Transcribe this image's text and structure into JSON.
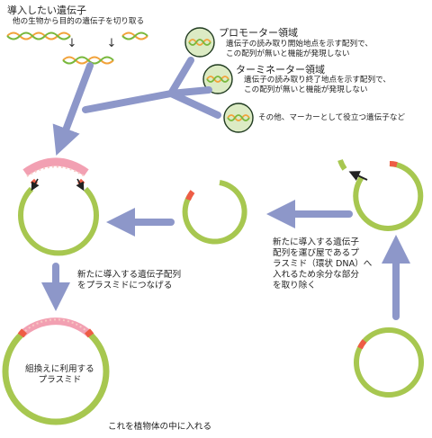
{
  "texts": {
    "intro_title": "導入したい遺伝子",
    "intro_sub": "他の生物から目的の遺伝子を切り取る",
    "promoter_title": "プロモーター領域",
    "promoter_desc": "遺伝子の読み取り開始地点を示す配列で、\nこの配列が無いと機能が発現しない",
    "terminator_title": "ターミネーター領域",
    "terminator_desc": "遺伝子の読み取り終了地点を示す配列で、\nこの配列が無いと機能が発現しない",
    "marker_text": "その他、マーカーとして役立つ遺伝子など",
    "connect_text": "新たに導入する遺伝子配列\nをプラスミドにつなげる",
    "remove_text": "新たに導入する遺伝子\n配列を運び屋であるプ\nラスミド（環状 DNA）へ\n入れるため余分な部分\nを取り除く",
    "recombinant_label": "組換えに利用する\nプラスミド",
    "bottom_text": "これを植物体の中に入れる",
    "arrow_glyph": "↓"
  },
  "colors": {
    "arrow": "#8d97c9",
    "plasmid": "#a7c750",
    "insert": "#f2a0b2",
    "marker": "#ee5c45",
    "dna_orange": "#f2a23a",
    "dna_green": "#78b83c",
    "badge_fill": "#dcebc4",
    "badge_ring": "#1f3a1f"
  }
}
